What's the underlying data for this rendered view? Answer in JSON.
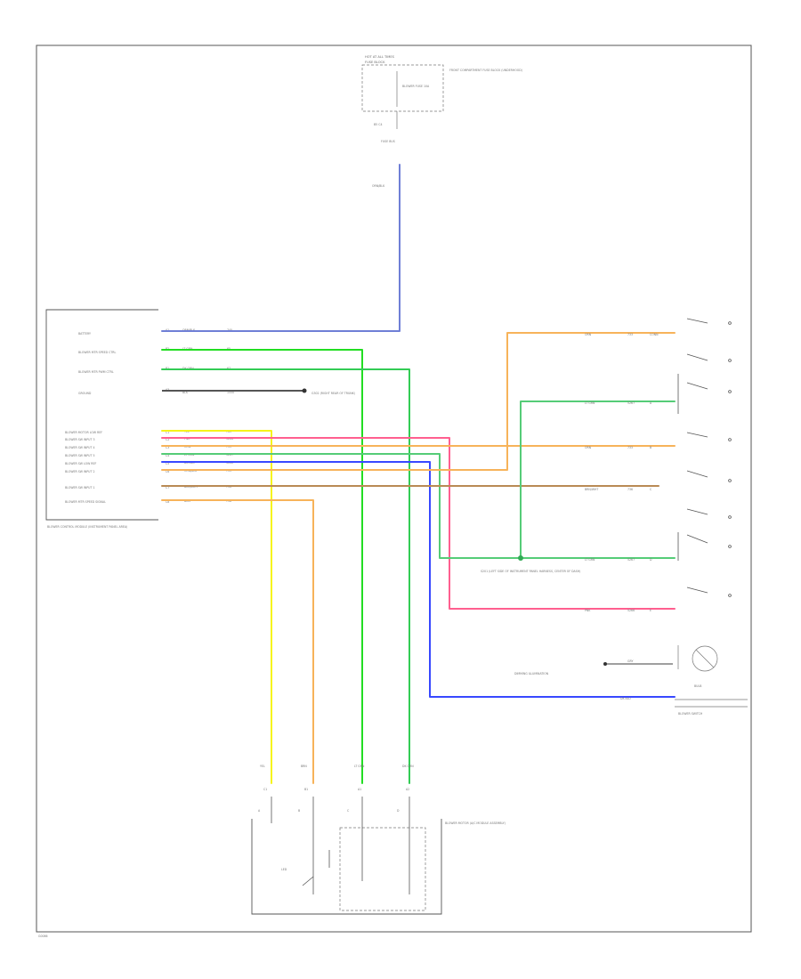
{
  "footer_code": "G0086",
  "fuse": {
    "title": "HOT AT ALL TIMES",
    "name": "FUSE BLOCK",
    "fuse_text": "BLOWER FUSE 10A",
    "desc": "FRONT COMPARTMENT FUSE BLOCK (UNDERHOOD)",
    "conn": "B5 C4",
    "conn2": "FUSE BUS",
    "wire": "ORN/BLK"
  },
  "module": {
    "name": "BLOWER CONTROL MODULE (INSTRUMENT PANEL AREA)",
    "pins_top": [
      {
        "pin": "A1",
        "label": "BATTERY",
        "color": "ORN/BLK",
        "circ": "740"
      },
      {
        "pin": "B2",
        "label": "BLOWER MTR SPEED CTRL",
        "color": "LT GRN",
        "circ": "65"
      },
      {
        "pin": "B1",
        "label": "BLOWER MTR PWM CTRL",
        "color": "DK GRN",
        "circ": "67"
      },
      {
        "pin": "A3",
        "label": "GROUND",
        "color": "BLK",
        "circ": "1550"
      }
    ],
    "pins_bottom": [
      {
        "pin": "C1",
        "label": "BLOWER MOTOR LOW REF",
        "color": "YEL",
        "circ": "763"
      },
      {
        "pin": "C2",
        "label": "BLOWER SW INPUT 3",
        "color": "PNK",
        "circ": "5266"
      },
      {
        "pin": "C3",
        "label": "BLOWER SW INPUT 4",
        "color": "ORN",
        "circ": "733"
      },
      {
        "pin": "C4",
        "label": "BLOWER SW INPUT 5",
        "color": "LT GRN",
        "circ": "5267"
      },
      {
        "pin": "C5",
        "label": "BLOWER SW LOW REF",
        "color": "DK BLU",
        "circ": "1040"
      },
      {
        "pin": "C6",
        "label": "BLOWER SW INPUT 2",
        "color": "ORN/BLK",
        "circ": "735"
      },
      {
        "pin": "C7",
        "label": "BLOWER SW INPUT 1",
        "color": "BRN/WHT",
        "circ": "736"
      },
      {
        "pin": "C8",
        "label": "BLOWER MTR SPEED SIGNAL",
        "color": "BRN",
        "circ": "738"
      }
    ],
    "ground_text": "G302 (RIGHT REAR OF TRUNK)"
  },
  "switch": {
    "name": "BLOWER SWITCH",
    "rows": [
      {
        "color": "ORN",
        "circ": "733",
        "pin": "CONN"
      },
      {
        "color": "LT GRN",
        "circ": "5267",
        "pin": "A"
      },
      {
        "color": "ORN",
        "circ": "733",
        "pin": "B"
      },
      {
        "color": "BRN/WHT",
        "circ": "736",
        "pin": "C"
      },
      {
        "color": "LT GRN",
        "circ": "5267",
        "pin": "D"
      },
      {
        "color": "PNK",
        "circ": "5266",
        "pin": "E"
      }
    ],
    "splice_text": "S201 (LEFT SIDE OF INSTRUMENT PANEL HARNESS, CENTER OF DASH)",
    "lamp_label": "DIMMING ILLUMINATION",
    "lamp_name": "BULB",
    "lamp_circ": "GRY",
    "low_ref": "DK BLU"
  },
  "motor": {
    "name": "BLOWER MOTOR (A/C MODULE ASSEMBLY)",
    "relay": "LED",
    "wires": [
      {
        "color": "YEL",
        "pin": "C1"
      },
      {
        "color": "BRN",
        "pin": "B1"
      },
      {
        "color": "LT GRN",
        "pin": "A1"
      },
      {
        "color": "DK GRN",
        "pin": "A2"
      }
    ],
    "pin_labels": [
      "A",
      "B",
      "C",
      "D"
    ]
  },
  "colors": {
    "wire_battery": "#6f7fd6",
    "wire_ltgrn": "#22dd22",
    "wire_dkgrn": "#33cc55",
    "wire_yel": "#f6f41a",
    "wire_pnk": "#ff5f8f",
    "wire_orn": "#f7b35a",
    "wire_blu": "#3848ff",
    "wire_brn": "#b98a55",
    "wire_grn_sw": "#55cc77",
    "wire_mag": "#ff33aa"
  }
}
